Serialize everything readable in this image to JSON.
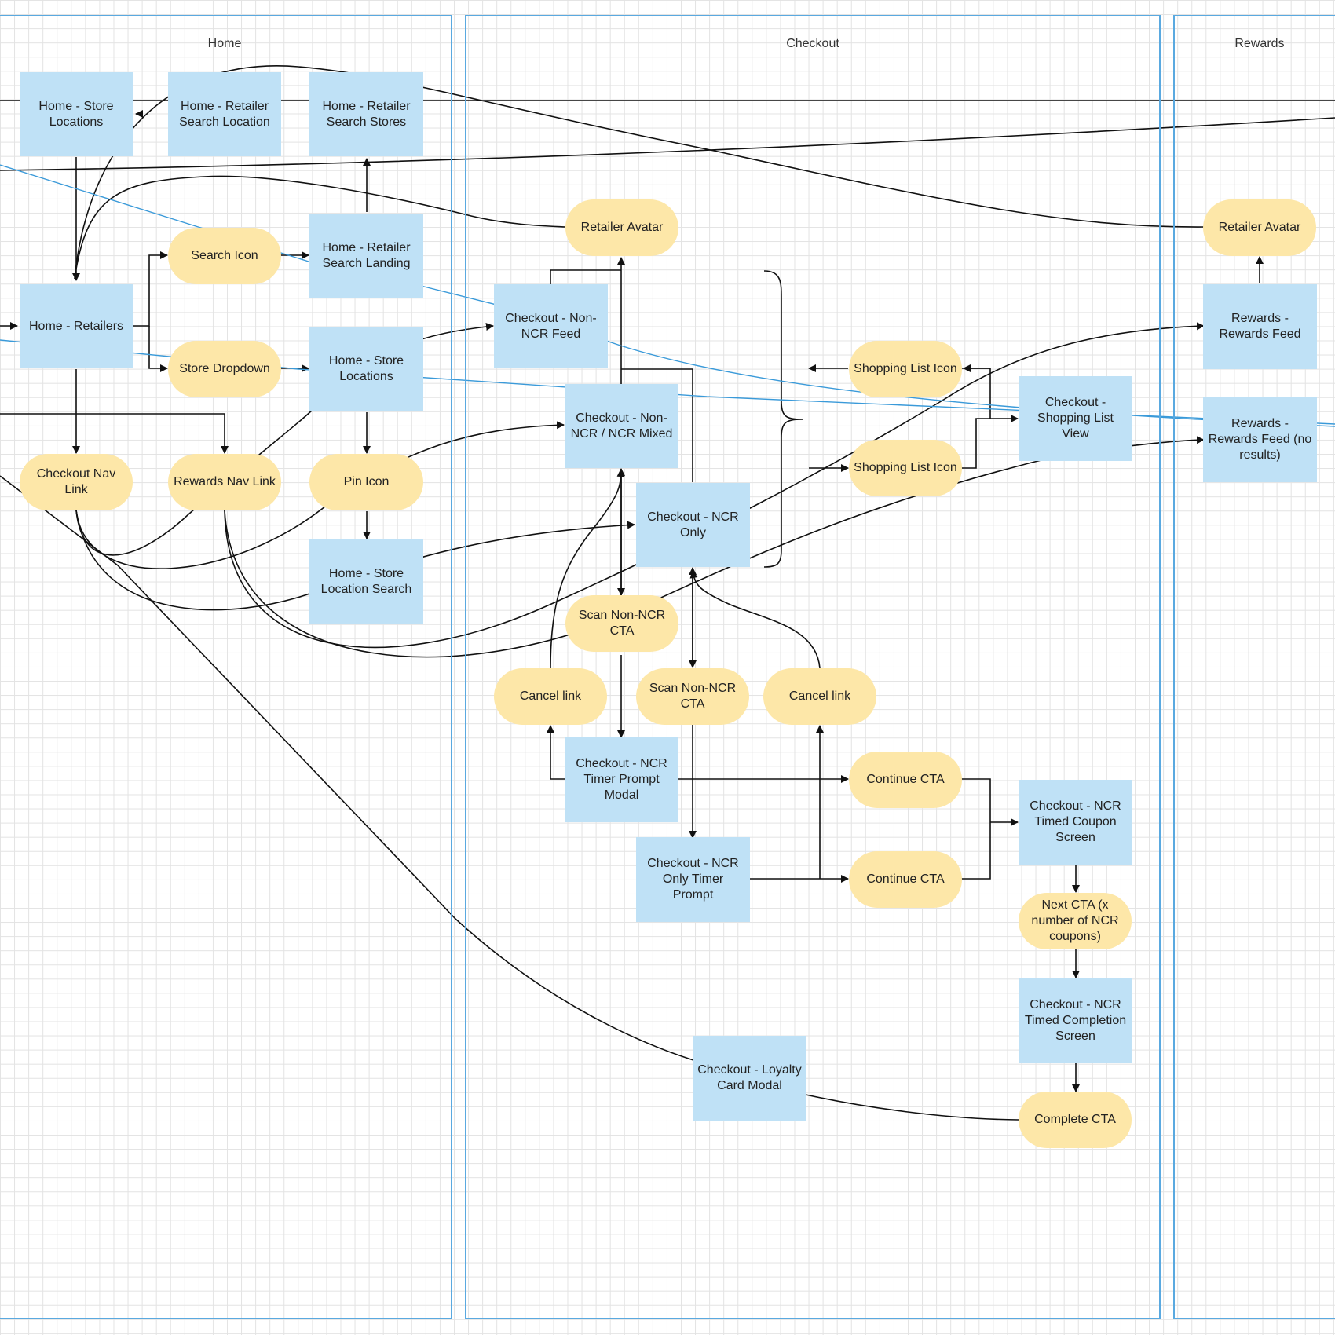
{
  "lanes": {
    "home": "Home",
    "checkout": "Checkout",
    "rewards": "Rewards"
  },
  "nodes": {
    "home_store_locations_top": "Home - Store Locations",
    "home_retailer_search_location": "Home - Retailer Search Location",
    "home_retailer_search_stores": "Home - Retailer Search Stores",
    "search_icon": "Search Icon",
    "home_retailer_search_landing": "Home - Retailer Search Landing",
    "home_retailers": "Home - Retailers",
    "store_dropdown": "Store Dropdown",
    "home_store_locations_mid": "Home - Store Locations",
    "checkout_nav_link": "Checkout Nav Link",
    "rewards_nav_link": "Rewards Nav Link",
    "pin_icon": "Pin Icon",
    "home_store_location_search": "Home - Store Location Search",
    "retailer_avatar_checkout": "Retailer Avatar",
    "checkout_non_ncr_feed": "Checkout - Non-NCR Feed",
    "checkout_mixed": "Checkout - Non-NCR / NCR Mixed",
    "checkout_ncr_only": "Checkout - NCR Only",
    "scan_non_ncr_cta_1": "Scan Non-NCR CTA",
    "cancel_link_1": "Cancel link",
    "scan_non_ncr_cta_2": "Scan Non-NCR CTA",
    "cancel_link_2": "Cancel link",
    "ncr_timer_prompt_modal": "Checkout - NCR Timer Prompt Modal",
    "ncr_only_timer_prompt": "Checkout - NCR Only Timer Prompt",
    "continue_cta_1": "Continue CTA",
    "continue_cta_2": "Continue CTA",
    "shopping_list_icon_1": "Shopping List Icon",
    "shopping_list_icon_2": "Shopping List Icon",
    "shopping_list_view": "Checkout - Shopping List View",
    "ncr_timed_coupon_screen": "Checkout - NCR Timed Coupon Screen",
    "next_cta": "Next CTA (x number of  NCR coupons)",
    "ncr_timed_completion_screen": "Checkout - NCR Timed Completion Screen",
    "complete_cta": "Complete CTA",
    "loyalty_card_modal": "Checkout - Loyalty Card Modal",
    "retailer_avatar_rewards": "Retailer Avatar",
    "rewards_feed": "Rewards - Rewards Feed",
    "rewards_feed_no_results": "Rewards - Rewards Feed (no results)"
  },
  "colors": {
    "screen": "#bfe1f6",
    "action": "#fde7a8",
    "lane_border": "#5aa9e0",
    "connector": "#111111",
    "connector_blue": "#3a9ad9"
  }
}
